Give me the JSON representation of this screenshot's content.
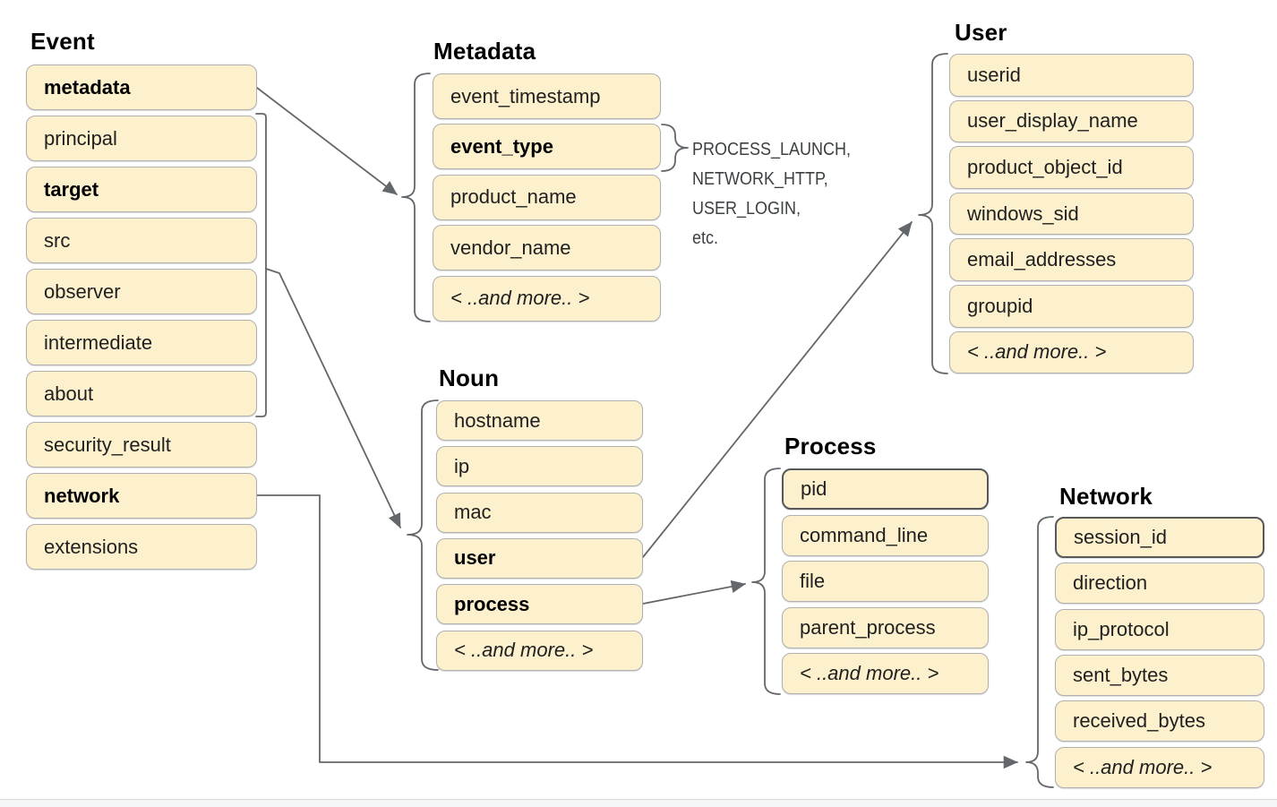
{
  "colors": {
    "background": "#ffffff",
    "box_fill": "#fcf1cc",
    "box_border": "#b0b0b0",
    "box_border_accent": "#56585b",
    "connector": "#63676b",
    "text": "#1f1f1f",
    "bold_text": "#000000",
    "title_text": "#000000",
    "annotation_text": "#3c4043",
    "bottom_bar_fill": "#f4f5f6",
    "bottom_bar_border": "#d8dadc"
  },
  "entities": [
    {
      "id": "event",
      "title": "Event",
      "fields": [
        {
          "label": "metadata",
          "bold": true
        },
        {
          "label": "principal"
        },
        {
          "label": "target",
          "bold": true
        },
        {
          "label": "src"
        },
        {
          "label": "observer"
        },
        {
          "label": "intermediate"
        },
        {
          "label": "about"
        },
        {
          "label": "security_result"
        },
        {
          "label": "network",
          "bold": true
        },
        {
          "label": "extensions"
        }
      ]
    },
    {
      "id": "metadata",
      "title": "Metadata",
      "fields": [
        {
          "label": "event_timestamp"
        },
        {
          "label": "event_type",
          "bold": true
        },
        {
          "label": "product_name"
        },
        {
          "label": "vendor_name"
        },
        {
          "label": "< ..and more.. >",
          "italic": true
        }
      ]
    },
    {
      "id": "noun",
      "title": "Noun",
      "fields": [
        {
          "label": "hostname"
        },
        {
          "label": "ip"
        },
        {
          "label": "mac"
        },
        {
          "label": "user",
          "bold": true
        },
        {
          "label": "process",
          "bold": true
        },
        {
          "label": "< ..and more.. >",
          "italic": true
        }
      ]
    },
    {
      "id": "user",
      "title": "User",
      "fields": [
        {
          "label": "userid"
        },
        {
          "label": "user_display_name"
        },
        {
          "label": "product_object_id"
        },
        {
          "label": "windows_sid"
        },
        {
          "label": "email_addresses"
        },
        {
          "label": "groupid"
        },
        {
          "label": "< ..and more.. >",
          "italic": true
        }
      ]
    },
    {
      "id": "process",
      "title": "Process",
      "fields": [
        {
          "label": "pid",
          "accent": true
        },
        {
          "label": "command_line"
        },
        {
          "label": "file"
        },
        {
          "label": "parent_process"
        },
        {
          "label": "< ..and more.. >",
          "italic": true
        }
      ]
    },
    {
      "id": "network",
      "title": "Network",
      "fields": [
        {
          "label": "session_id",
          "accent": true
        },
        {
          "label": "direction"
        },
        {
          "label": "ip_protocol"
        },
        {
          "label": "sent_bytes"
        },
        {
          "label": "received_bytes"
        },
        {
          "label": "< ..and more.. >",
          "italic": true
        }
      ]
    }
  ],
  "event_type_values": {
    "lines": [
      "PROCESS_LAUNCH,",
      "NETWORK_HTTP,",
      "USER_LOGIN,",
      "etc."
    ]
  }
}
